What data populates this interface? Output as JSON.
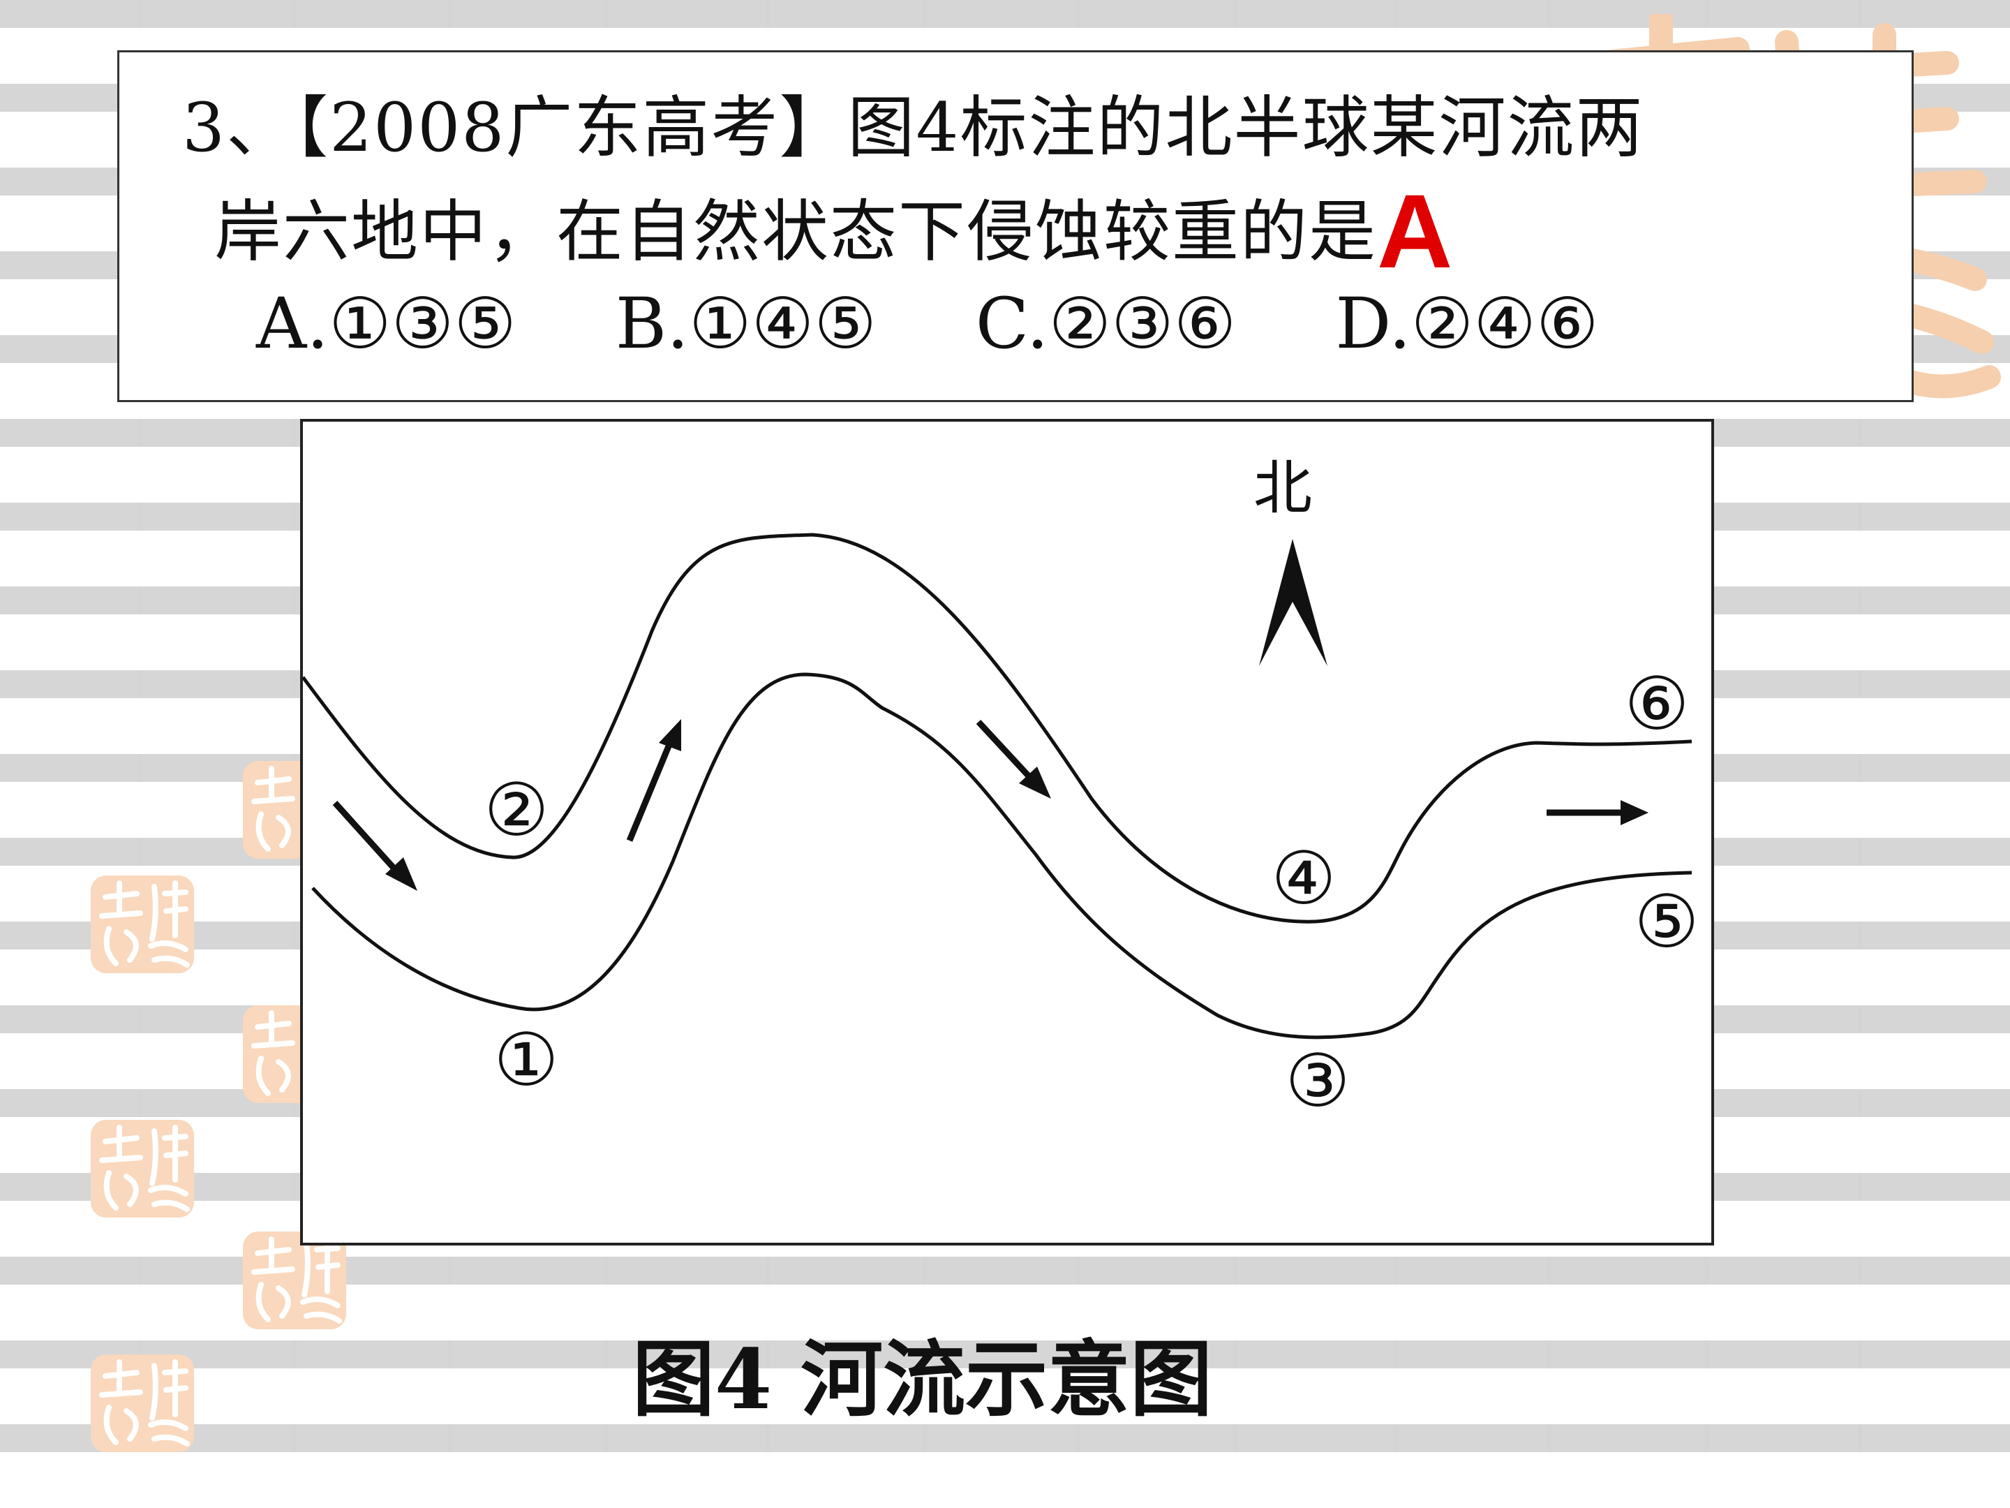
{
  "question": {
    "line1": "3、【2008广东高考】图4标注的北半球某河流两",
    "line2": "岸六地中，在自然状态下侵蚀较重的是",
    "answer": "A",
    "options": [
      "A.①③⑤",
      "B.①④⑤",
      "C.②③⑥",
      "D.②④⑥"
    ]
  },
  "map": {
    "north_label": "北",
    "points": {
      "p1": "①",
      "p2": "②",
      "p3": "③",
      "p4": "④",
      "p5": "⑤",
      "p6": "⑥"
    }
  },
  "caption": "图4  河流示意图",
  "colors": {
    "answer": "#e00000",
    "seal": "#f6c9a6",
    "line": "#111111"
  },
  "icons": [
    "north-arrow-icon",
    "flow-arrow-icon",
    "seal-stamp-icon"
  ]
}
